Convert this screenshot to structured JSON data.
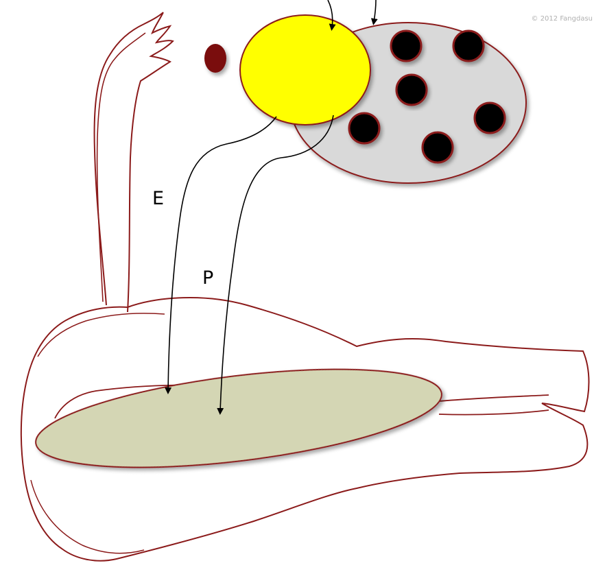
{
  "copyright": "© 2012 Fangdasu",
  "labels": {
    "e": "E",
    "p": "P"
  },
  "colors": {
    "outline": "#8b1a1a",
    "yellow_fill": "#ffff00",
    "gray_fill": "#d9d9d9",
    "dot_fill": "#000000",
    "small_dot_fill": "#7a0a0a",
    "platform_fill": "#d4d6b4",
    "arrow": "#000000"
  }
}
